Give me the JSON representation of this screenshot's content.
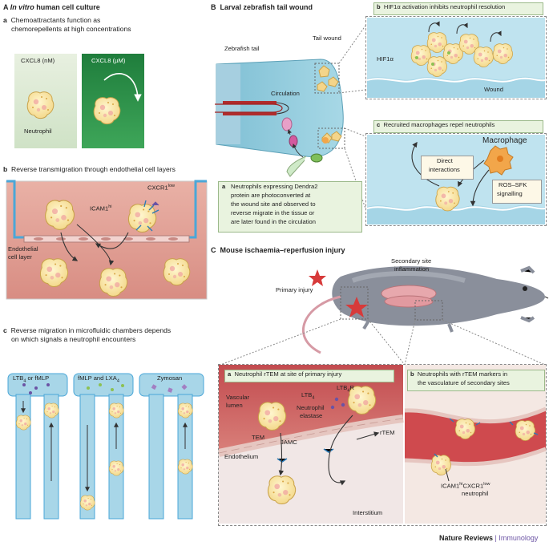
{
  "panel_A": {
    "header_letter": "A",
    "header_italic": "In vitro",
    "header_rest": " human cell culture",
    "a": {
      "letter": "a",
      "text": "Chemoattractants function as",
      "text2": "chemorepellents at high concentrations",
      "cxcl8_nm": "CXCL8 (nM)",
      "cxcl8_um": "CXCL8 (µM)",
      "neutrophil": "Neutrophil"
    },
    "b": {
      "letter": "b",
      "text": "Reverse transmigration through endothelial cell layers",
      "cxcr1": "CXCR1",
      "cxcr1_sup": "low",
      "icam1": "ICAM1",
      "icam1_sup": "hi",
      "endothelial1": "Endothelial",
      "endothelial2": "cell layer"
    },
    "c": {
      "letter": "c",
      "text": "Reverse migration in microfluidic chambers depends",
      "text2": "on which signals a neutrophil encounters",
      "ch1": "LTB",
      "ch1_sub": "4",
      "ch1_rest": " or fMLP",
      "ch2": "fMLP and LXA",
      "ch2_sub": "4",
      "ch3": "Zymosan"
    }
  },
  "panel_B": {
    "header_letter": "B",
    "header_text": "Larval zebrafish tail wound",
    "zebrafish_tail": "Zebrafish tail",
    "tail_wound": "Tail wound",
    "circulation": "Circulation",
    "a": {
      "letter": "a",
      "lines": [
        "Neutrophils expressing Dendra2",
        "protein are photoconverted at",
        "the wound site and observed to",
        "reverse migrate in the tissue or",
        "are later found in the circulation"
      ]
    },
    "b": {
      "letter": "b",
      "text_pre": "HIF1",
      "text_alpha": "α",
      "text_post": " activation inhibits neutrophil resolution",
      "hif": "HIF1α",
      "wound": "Wound"
    },
    "c": {
      "letter": "c",
      "text": "Recruited macrophages repel neutrophils",
      "macrophage": "Macrophage",
      "direct1": "Direct",
      "direct2": "interactions",
      "ros1": "ROS–SFK",
      "ros2": "signalling"
    }
  },
  "panel_C": {
    "header_letter": "C",
    "header_text": "Mouse ischaemia–reperfusion injury",
    "secondary1": "Secondary site",
    "secondary2": "inflammation",
    "primary": "Primary injury",
    "a": {
      "letter": "a",
      "text": "Neutrophil rTEM at site of primary injury",
      "vascular1": "Vascular",
      "vascular2": "lumen",
      "ltb4": "LTB",
      "ltb4_sub": "4",
      "ltb4r": "LTB",
      "ltb4r_sub": "4",
      "ltb4r_rest": "R",
      "ne1": "Neutrophil",
      "ne2": "elastase",
      "tem": "TEM",
      "jamc": "JAMC",
      "rtem": "rTEM",
      "endothelium": "Endothelium",
      "interstitium": "Interstitium"
    },
    "b": {
      "letter": "b",
      "text1": "Neutrophils with rTEM markers in",
      "text2": "the vasculature of secondary sites",
      "icam": "ICAM1",
      "icam_sup": "hi",
      "cxcr": "CXCR1",
      "cxcr_sup": "low",
      "neutrophil": "neutrophil"
    }
  },
  "footer": {
    "journal": "Nature Reviews",
    "sep": " | ",
    "section": "Immunology"
  },
  "colors": {
    "green_box": "#e9f3df",
    "vessel": "#d2d2cc",
    "tissue_red": "#c8595a",
    "water": "#bfe3ef",
    "purple": "#6b53a4"
  }
}
